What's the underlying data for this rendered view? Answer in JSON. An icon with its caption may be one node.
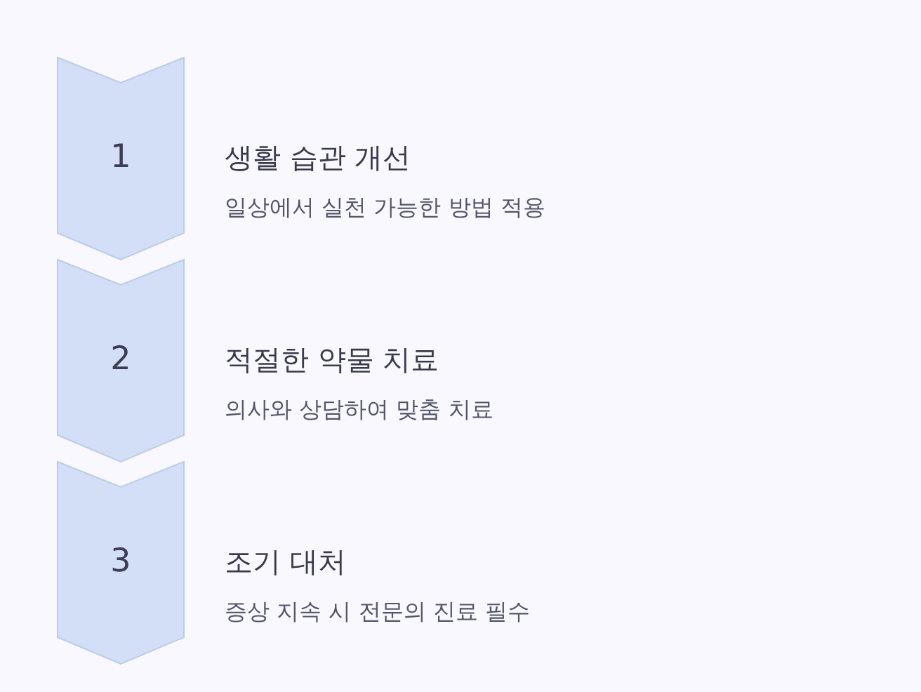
{
  "diagram": {
    "nodes": [
      {
        "text": [
          "1"
        ],
        "beside": [
          "생활 습관 개선",
          "일상에서 실천 가능한 방법 적용"
        ]
      },
      {
        "text": [
          "2"
        ],
        "beside": [
          "적절한 약물 치료",
          "의사와 상담하여 맞춤 치료"
        ]
      },
      {
        "text": [
          "3"
        ],
        "beside": [
          "조기 대처",
          "증상 지속 시 전문의 진료 필수"
        ]
      }
    ]
  }
}
